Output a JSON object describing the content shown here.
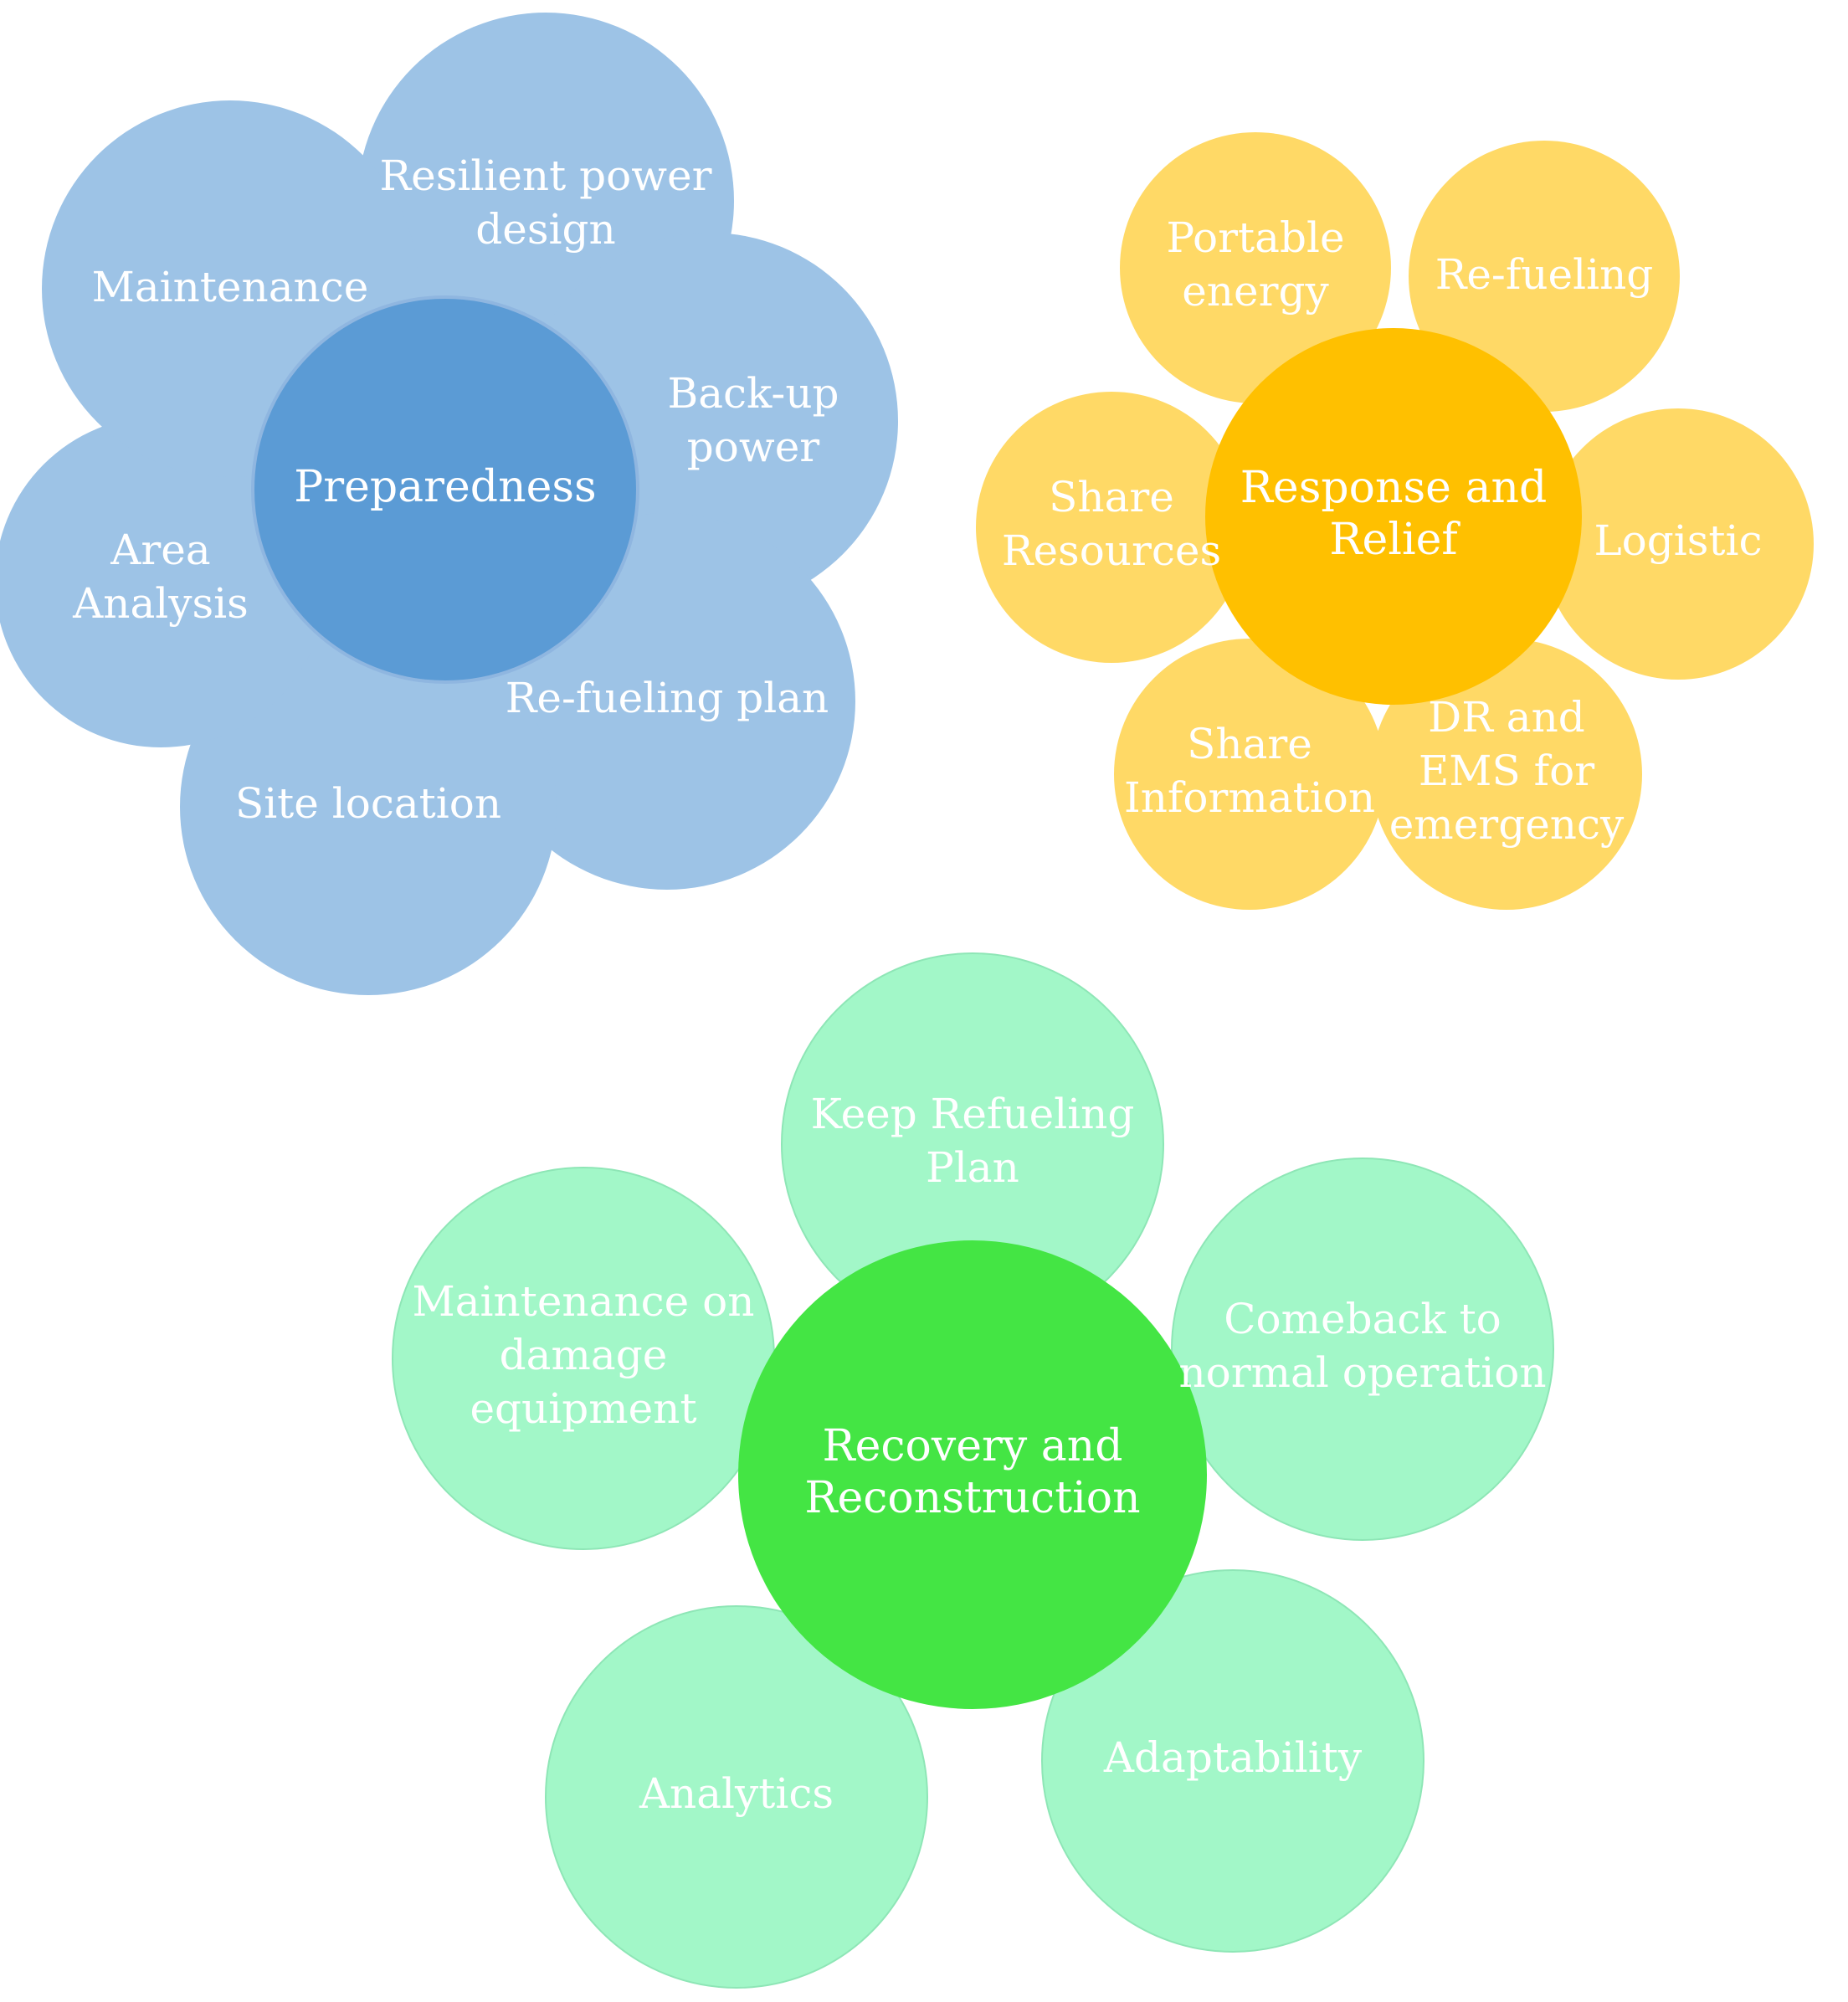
{
  "colors": {
    "preparedness_hub": "#5b9bd5",
    "preparedness_petal": "#9dc3e6",
    "response_hub": "#ffc000",
    "response_petal": "#ffd966",
    "recovery_hub": "#44e544",
    "recovery_petal": "#a2f7c8",
    "label": "#ffffff"
  },
  "clusters": {
    "preparedness": {
      "hub": {
        "lines": [
          "Preparedness"
        ]
      },
      "petals": [
        {
          "lines": [
            "Resilient power",
            "design"
          ]
        },
        {
          "lines": [
            "Back-up",
            "power"
          ]
        },
        {
          "lines": [
            "Re-fueling plan"
          ]
        },
        {
          "lines": [
            "Site location"
          ]
        },
        {
          "lines": [
            "Area",
            "Analysis"
          ]
        },
        {
          "lines": [
            "Maintenance"
          ]
        }
      ]
    },
    "response": {
      "hub": {
        "lines": [
          "Response and",
          "Relief"
        ]
      },
      "petals": [
        {
          "lines": [
            "Portable",
            "energy"
          ]
        },
        {
          "lines": [
            "Re-fueling"
          ]
        },
        {
          "lines": [
            "Logistic"
          ]
        },
        {
          "lines": [
            "DR and",
            "EMS for",
            "emergency"
          ]
        },
        {
          "lines": [
            "Share",
            "Information"
          ]
        },
        {
          "lines": [
            "Share",
            "Resources"
          ]
        }
      ]
    },
    "recovery": {
      "hub": {
        "lines": [
          "Recovery and",
          "Reconstruction"
        ]
      },
      "petals": [
        {
          "lines": [
            "Keep Refueling",
            "Plan"
          ]
        },
        {
          "lines": [
            "Comeback to",
            "normal operation"
          ]
        },
        {
          "lines": [
            "Adaptability"
          ]
        },
        {
          "lines": [
            "Analytics"
          ]
        },
        {
          "lines": [
            "Maintenance on",
            "damage",
            "equipment"
          ]
        }
      ]
    }
  }
}
